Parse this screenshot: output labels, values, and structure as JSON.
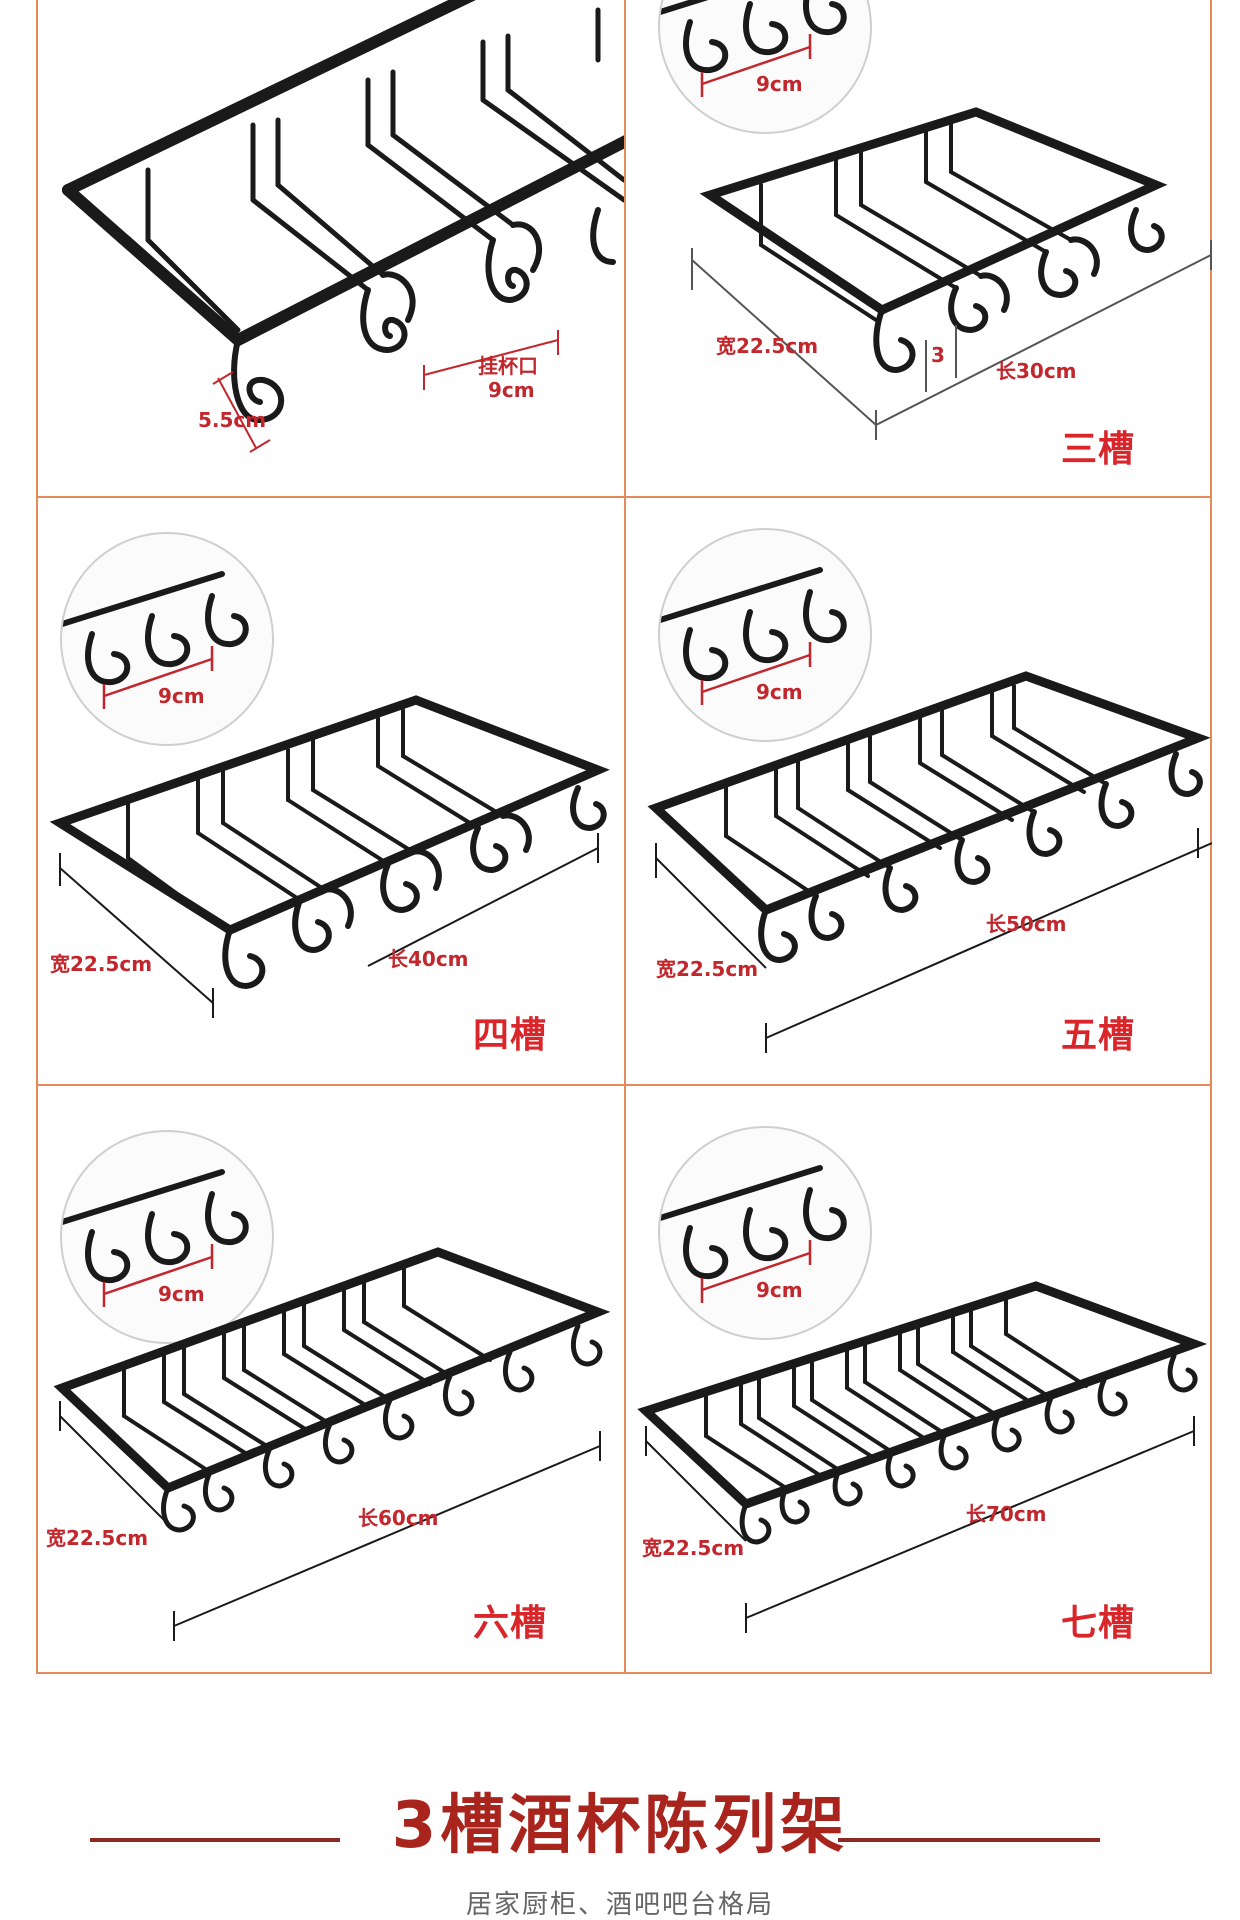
{
  "cells": [
    {
      "id": "two",
      "labels": {
        "hook_opening": "挂杯口",
        "hook_spacing": "9cm",
        "height": "5.5cm"
      }
    },
    {
      "id": "three",
      "zoom_label": "9cm",
      "width": "宽22.5cm",
      "length": "长30cm",
      "gap": "3",
      "slot": "三槽"
    },
    {
      "id": "four",
      "zoom_label": "9cm",
      "width": "宽22.5cm",
      "length": "长40cm",
      "slot": "四槽"
    },
    {
      "id": "five",
      "zoom_label": "9cm",
      "width": "宽22.5cm",
      "length": "长50cm",
      "slot": "五槽"
    },
    {
      "id": "six",
      "zoom_label": "9cm",
      "width": "宽22.5cm",
      "length": "长60cm",
      "slot": "六槽"
    },
    {
      "id": "seven",
      "zoom_label": "9cm",
      "width": "宽22.5cm",
      "length": "长70cm",
      "slot": "七槽"
    }
  ],
  "footer": {
    "title": "3槽酒杯陈列架",
    "subtitle": "居家厨柜、酒吧吧台格局"
  },
  "colors": {
    "border": "#e58a5a",
    "label_red": "#d8262b",
    "dim_red": "#c1272d",
    "rack_black": "#1a1a1a",
    "footer_brown": "#8a2a22"
  }
}
